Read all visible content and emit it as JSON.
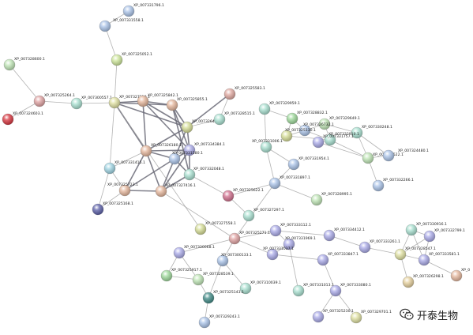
{
  "watermark": {
    "text": "开泰生物",
    "icon": "wechat-icon"
  },
  "nodes": [
    {
      "id": "XP_007331796.1",
      "color": "#a9c3e8"
    },
    {
      "id": "XP_007331558.1",
      "color": "#a9c3e8"
    },
    {
      "id": "XP_007325052.1",
      "color": "#cde79a"
    },
    {
      "id": "XP_007328600.1",
      "color": "#bfe5b5"
    },
    {
      "id": "XP_007325264.1",
      "color": "#e0a2a2"
    },
    {
      "id": "XP_007324603.1",
      "color": "#d8343d"
    },
    {
      "id": "XP_007300557.1",
      "color": "#a8e0d0"
    },
    {
      "id": "XP_007327210.1",
      "color": "#dfe0a0"
    },
    {
      "id": "XP_007325842.1",
      "color": "#e6b79c"
    },
    {
      "id": "XP_007325855.1",
      "color": "#e6b79c"
    },
    {
      "id": "XP_007325583.1",
      "color": "#e0a8a0"
    },
    {
      "id": "XP_007326488.1",
      "color": "#d6dd95"
    },
    {
      "id": "XP_007328515.1",
      "color": "#a8e0d0"
    },
    {
      "id": "XP_007329959.1",
      "color": "#a8e0d0"
    },
    {
      "id": "XP_007328832.1",
      "color": "#9ed99b"
    },
    {
      "id": "XP_007329649.1",
      "color": "#bfe5b5"
    },
    {
      "id": "XP_007330248.1",
      "color": "#a8e0d0"
    },
    {
      "id": "XP_007326732.1",
      "color": "#a9c3e8"
    },
    {
      "id": "XP_007332910.1",
      "color": "#a8e0d0"
    },
    {
      "id": "XP_007325130.1",
      "color": "#d6dd95"
    },
    {
      "id": "XP_007334384.1",
      "color": "#a9a9e8"
    },
    {
      "id": "XP_007326180.1",
      "color": "#e6b79c"
    },
    {
      "id": "XP_007331580.1",
      "color": "#a9c3e8"
    },
    {
      "id": "XP_007331415.1",
      "color": "#9fd4e3"
    },
    {
      "id": "XP_007332048.1",
      "color": "#a8e0d0"
    },
    {
      "id": "XP_007325723.1",
      "color": "#e6b79c"
    },
    {
      "id": "XP_007327416.1",
      "color": "#e6b79c"
    },
    {
      "id": "XP_007325168.1",
      "color": "#5b5fa8"
    },
    {
      "id": "XP_007331757.1",
      "color": "#a9a9e8"
    },
    {
      "id": "XP_007331954.1",
      "color": "#a9c3e8"
    },
    {
      "id": "XP_007323522.1",
      "color": "#bfe5b5"
    },
    {
      "id": "XP_007324480.1",
      "color": "#a9c3e8"
    },
    {
      "id": "XP_007332266.1",
      "color": "#a9c3e8"
    },
    {
      "id": "XP_007331006.1",
      "color": "#a8e0d0"
    },
    {
      "id": "XP_007331897.1",
      "color": "#a9c3e8"
    },
    {
      "id": "XP_007328995.1",
      "color": "#bfe5b5"
    },
    {
      "id": "XP_007325622.1",
      "color": "#d06e8c"
    },
    {
      "id": "XP_007327297.1",
      "color": "#a8e0d0"
    },
    {
      "id": "XP_007327558.1",
      "color": "#d6dd95"
    },
    {
      "id": "XP_007325271.1",
      "color": "#e0a2a2"
    },
    {
      "id": "XP_007333112.1",
      "color": "#a9a9e8"
    },
    {
      "id": "XP_007334412.1",
      "color": "#a9a9e8"
    },
    {
      "id": "XP_007331969.1",
      "color": "#a9a9e8"
    },
    {
      "id": "XP_007333261.1",
      "color": "#a9a9e8"
    },
    {
      "id": "XP_007330916.1",
      "color": "#a8e0d0"
    },
    {
      "id": "XP_007332799.1",
      "color": "#a9a9e8"
    },
    {
      "id": "XP_007328547.1",
      "color": "#dfe0a0"
    },
    {
      "id": "XP_007333581.1",
      "color": "#a9a9e8"
    },
    {
      "id": "XP_007326298.1",
      "color": "#e6d09c"
    },
    {
      "id": "XP_0",
      "color": "#e6b79c"
    },
    {
      "id": "XP_007330068.1",
      "color": "#a9a9e8"
    },
    {
      "id": "XP_007300133.1",
      "color": "#a9c3e8"
    },
    {
      "id": "XP_007331037.1",
      "color": "#a9a9e8"
    },
    {
      "id": "XP_007333847.1",
      "color": "#a9a9e8"
    },
    {
      "id": "XP_007325917.1",
      "color": "#9ed99b"
    },
    {
      "id": "XP_007328539.1",
      "color": "#bfe5b5"
    },
    {
      "id": "XP_007310039.1",
      "color": "#a8e0d0"
    },
    {
      "id": "XP_007325143.1",
      "color": "#3f8a85"
    },
    {
      "id": "XP_007329243.1",
      "color": "#a9c3e8"
    },
    {
      "id": "XP_007331013.1",
      "color": "#a8e0d0"
    },
    {
      "id": "XP_007333080.1",
      "color": "#a9a9e8"
    },
    {
      "id": "XP_007325230.1",
      "color": "#a9a9e8"
    },
    {
      "id": "XP_007329701.1",
      "color": "#dfe0a0"
    }
  ],
  "edges": [
    [
      "XP_007331796.1",
      "XP_007331558.1",
      0
    ],
    [
      "XP_007331558.1",
      "XP_007325052.1",
      0
    ],
    [
      "XP_007325052.1",
      "XP_007327210.1",
      0
    ],
    [
      "XP_007328600.1",
      "XP_007325264.1",
      0
    ],
    [
      "XP_007325264.1",
      "XP_007324603.1",
      0
    ],
    [
      "XP_007325264.1",
      "XP_007300557.1",
      0
    ],
    [
      "XP_007300557.1",
      "XP_007327210.1",
      0
    ],
    [
      "XP_007327210.1",
      "XP_007325842.1",
      1
    ],
    [
      "XP_007327210.1",
      "XP_007325855.1",
      1
    ],
    [
      "XP_007327210.1",
      "XP_007326180.1",
      1
    ],
    [
      "XP_007327210.1",
      "XP_007326488.1",
      1
    ],
    [
      "XP_007327210.1",
      "XP_007331415.1",
      0
    ],
    [
      "XP_007327210.1",
      "XP_007327558.1",
      0
    ],
    [
      "XP_007325842.1",
      "XP_007325855.1",
      1
    ],
    [
      "XP_007325842.1",
      "XP_007326488.1",
      1
    ],
    [
      "XP_007325842.1",
      "XP_007326180.1",
      1
    ],
    [
      "XP_007325842.1",
      "XP_007334384.1",
      1
    ],
    [
      "XP_007325855.1",
      "XP_007326488.1",
      1
    ],
    [
      "XP_007325855.1",
      "XP_007334384.1",
      1
    ],
    [
      "XP_007325855.1",
      "XP_007332048.1",
      1
    ],
    [
      "XP_007325583.1",
      "XP_007326488.1",
      1
    ],
    [
      "XP_007325583.1",
      "XP_007328515.1",
      0
    ],
    [
      "XP_007326488.1",
      "XP_007328515.1",
      0
    ],
    [
      "XP_007326488.1",
      "XP_007326180.1",
      1
    ],
    [
      "XP_007326488.1",
      "XP_007334384.1",
      1
    ],
    [
      "XP_007326488.1",
      "XP_007331580.1",
      1
    ],
    [
      "XP_007326180.1",
      "XP_007334384.1",
      1
    ],
    [
      "XP_007326180.1",
      "XP_007331580.1",
      1
    ],
    [
      "XP_007326180.1",
      "XP_007325723.1",
      1
    ],
    [
      "XP_007326180.1",
      "XP_007327416.1",
      1
    ],
    [
      "XP_007326180.1",
      "XP_007331415.1",
      0
    ],
    [
      "XP_007334384.1",
      "XP_007331580.1",
      1
    ],
    [
      "XP_007334384.1",
      "XP_007332048.1",
      1
    ],
    [
      "XP_007334384.1",
      "XP_007327416.1",
      1
    ],
    [
      "XP_007331580.1",
      "XP_007325723.1",
      1
    ],
    [
      "XP_007331580.1",
      "XP_007327416.1",
      1
    ],
    [
      "XP_007331580.1",
      "XP_007332048.1",
      1
    ],
    [
      "XP_007331415.1",
      "XP_007325723.1",
      0
    ],
    [
      "XP_007331415.1",
      "XP_007325168.1",
      0
    ],
    [
      "XP_007325723.1",
      "XP_007327416.1",
      1
    ],
    [
      "XP_007325723.1",
      "XP_007325168.1",
      0
    ],
    [
      "XP_007327416.1",
      "XP_007332048.1",
      1
    ],
    [
      "XP_007327416.1",
      "XP_007325271.1",
      0
    ],
    [
      "XP_007325622.1",
      "XP_007331897.1",
      0
    ],
    [
      "XP_007325622.1",
      "XP_007332048.1",
      0
    ],
    [
      "XP_007325622.1",
      "XP_007327297.1",
      0
    ],
    [
      "XP_007331897.1",
      "XP_007331006.1",
      0
    ],
    [
      "XP_007331897.1",
      "XP_007328995.1",
      0
    ],
    [
      "XP_007331897.1",
      "XP_007331954.1",
      0
    ],
    [
      "XP_007331897.1",
      "XP_007325271.1",
      0
    ],
    [
      "XP_007331006.1",
      "XP_007329959.1",
      0
    ],
    [
      "XP_007329959.1",
      "XP_007328832.1",
      0
    ],
    [
      "XP_007328832.1",
      "XP_007326732.1",
      0
    ],
    [
      "XP_007328832.1",
      "XP_007325130.1",
      0
    ],
    [
      "XP_007326732.1",
      "XP_007332910.1",
      0
    ],
    [
      "XP_007326732.1",
      "XP_007329649.1",
      0
    ],
    [
      "XP_007326732.1",
      "XP_007325130.1",
      0
    ],
    [
      "XP_007329649.1",
      "XP_007330248.1",
      0
    ],
    [
      "XP_007329649.1",
      "XP_007332910.1",
      0
    ],
    [
      "XP_007330248.1",
      "XP_007324480.1",
      0
    ],
    [
      "XP_007330248.1",
      "XP_007323522.1",
      0
    ],
    [
      "XP_007332910.1",
      "XP_007331757.1",
      0
    ],
    [
      "XP_007332910.1",
      "XP_007323522.1",
      0
    ],
    [
      "XP_007331757.1",
      "XP_007323522.1",
      0
    ],
    [
      "XP_007323522.1",
      "XP_007332266.1",
      0
    ],
    [
      "XP_007323522.1",
      "XP_007324480.1",
      0
    ],
    [
      "XP_007325130.1",
      "XP_007332910.1",
      0
    ],
    [
      "XP_007325271.1",
      "XP_007333112.1",
      0
    ],
    [
      "XP_007325271.1",
      "XP_007300133.1",
      0
    ],
    [
      "XP_007325271.1",
      "XP_007331037.1",
      0
    ],
    [
      "XP_007325271.1",
      "XP_007330068.1",
      0
    ],
    [
      "XP_007333112.1",
      "XP_007331969.1",
      0
    ],
    [
      "XP_007333112.1",
      "XP_007334412.1",
      0
    ],
    [
      "XP_007331969.1",
      "XP_007331037.1",
      0
    ],
    [
      "XP_007331969.1",
      "XP_007331013.1",
      0
    ],
    [
      "XP_007334412.1",
      "XP_007333261.1",
      0
    ],
    [
      "XP_007333261.1",
      "XP_007328547.1",
      0
    ],
    [
      "XP_007328547.1",
      "XP_007330916.1",
      0
    ],
    [
      "XP_007328547.1",
      "XP_007332799.1",
      0
    ],
    [
      "XP_007328547.1",
      "XP_007333581.1",
      0
    ],
    [
      "XP_007328547.1",
      "XP_007326298.1",
      0
    ],
    [
      "XP_007330916.1",
      "XP_007332799.1",
      0
    ],
    [
      "XP_007330916.1",
      "XP_007333581.1",
      0
    ],
    [
      "XP_007332799.1",
      "XP_007333581.1",
      0
    ],
    [
      "XP_007333581.1",
      "XP_0",
      0
    ],
    [
      "XP_007333847.1",
      "XP_007333080.1",
      0
    ],
    [
      "XP_007331037.1",
      "XP_007333847.1",
      0
    ],
    [
      "XP_007333080.1",
      "XP_007325230.1",
      0
    ],
    [
      "XP_007333080.1",
      "XP_007329701.1",
      0
    ],
    [
      "XP_007330068.1",
      "XP_007325917.1",
      0
    ],
    [
      "XP_007330068.1",
      "XP_007328539.1",
      0
    ],
    [
      "XP_007325917.1",
      "XP_007328539.1",
      0
    ],
    [
      "XP_007328539.1",
      "XP_007325143.1",
      0
    ],
    [
      "XP_007300133.1",
      "XP_007325143.1",
      0
    ],
    [
      "XP_007300133.1",
      "XP_007310039.1",
      0
    ],
    [
      "XP_007325143.1",
      "XP_007329243.1",
      0
    ],
    [
      "XP_007331954.1",
      "XP_007331006.1",
      0
    ]
  ]
}
